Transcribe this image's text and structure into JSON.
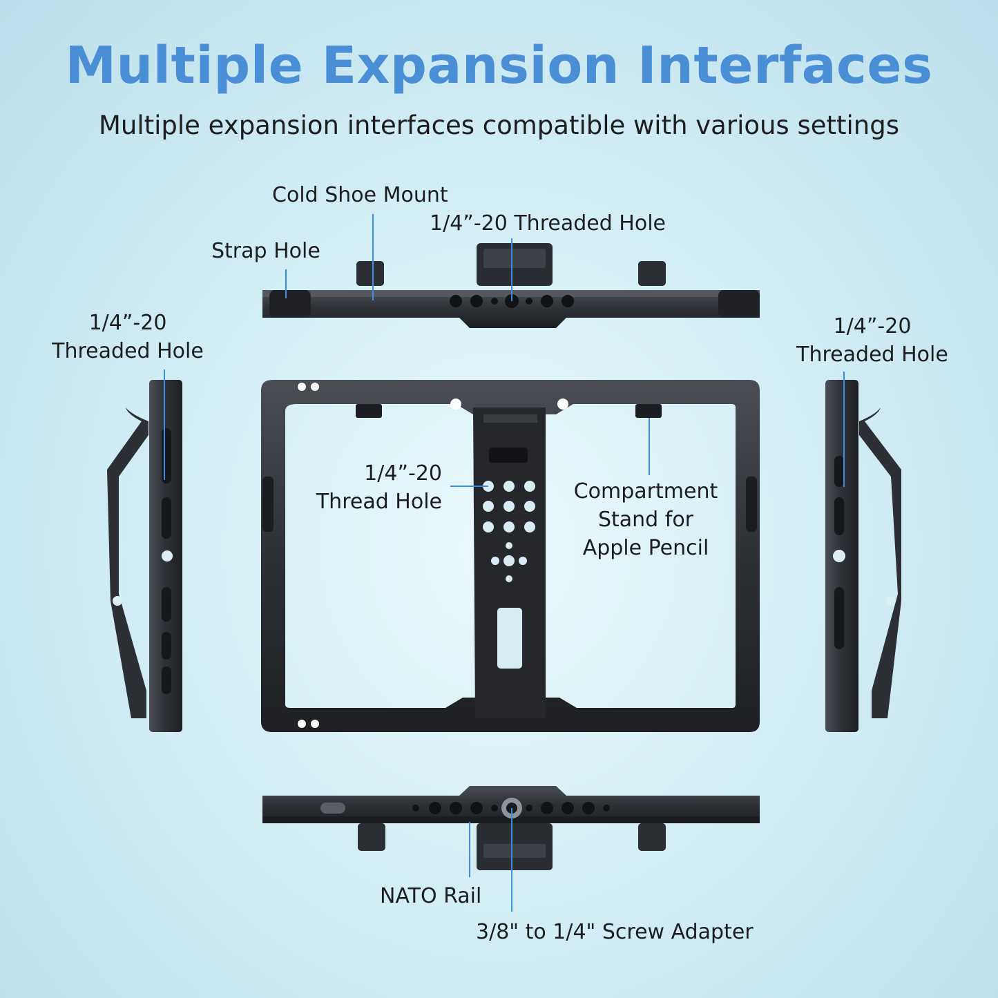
{
  "title": "Multiple Expansion Interfaces",
  "subtitle": "Multiple expansion interfaces compatible with various settings",
  "labels": {
    "cold_shoe": "Cold Shoe Mount",
    "top_thread": "1/4”-20 Threaded Hole",
    "strap_hole": "Strap Hole",
    "left_thread_1": "1/4”-20",
    "left_thread_2": "Threaded Hole",
    "right_thread_1": "1/4”-20",
    "right_thread_2": "Threaded Hole",
    "center_thread_1": "1/4”-20",
    "center_thread_2": "Thread Hole",
    "pencil_1": "Compartment",
    "pencil_2": "Stand for",
    "pencil_3": "Apple Pencil",
    "nato": "NATO Rail",
    "adapter": "3/8\" to 1/4\" Screw Adapter"
  },
  "colors": {
    "title": "#4a8fd6",
    "metal": "#2f3236",
    "metal_dark": "#1c1e21",
    "callout_line": "#3b8ee6"
  }
}
